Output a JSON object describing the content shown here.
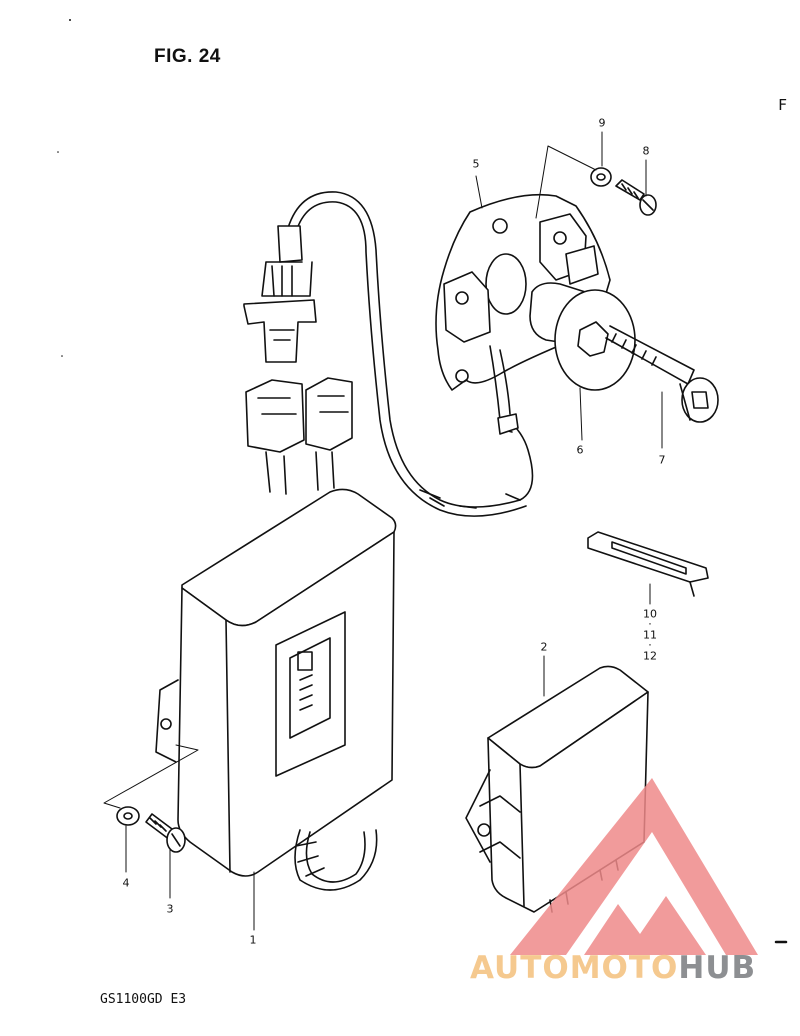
{
  "figure": {
    "title": "FIG. 24",
    "model_code": "GS1100GD  E3",
    "edge_mark": "F"
  },
  "callouts": [
    {
      "id": "c1",
      "text": "1"
    },
    {
      "id": "c2",
      "text": "2"
    },
    {
      "id": "c3",
      "text": "3"
    },
    {
      "id": "c4",
      "text": "4"
    },
    {
      "id": "c5",
      "text": "5"
    },
    {
      "id": "c6",
      "text": "6"
    },
    {
      "id": "c7",
      "text": "7"
    },
    {
      "id": "c8",
      "text": "8"
    },
    {
      "id": "c9",
      "text": "9"
    },
    {
      "id": "c10",
      "text": "10"
    },
    {
      "id": "c11",
      "text": "11"
    },
    {
      "id": "c12",
      "text": "12"
    }
  ],
  "watermark": {
    "part1": "AUTOMOTO",
    "part2": "HUB",
    "color_primary": "#f5c98f",
    "color_secondary": "#8d8f92",
    "triangle_color": "#ef8a8a"
  },
  "colors": {
    "line": "#111111",
    "background": "#ffffff"
  }
}
